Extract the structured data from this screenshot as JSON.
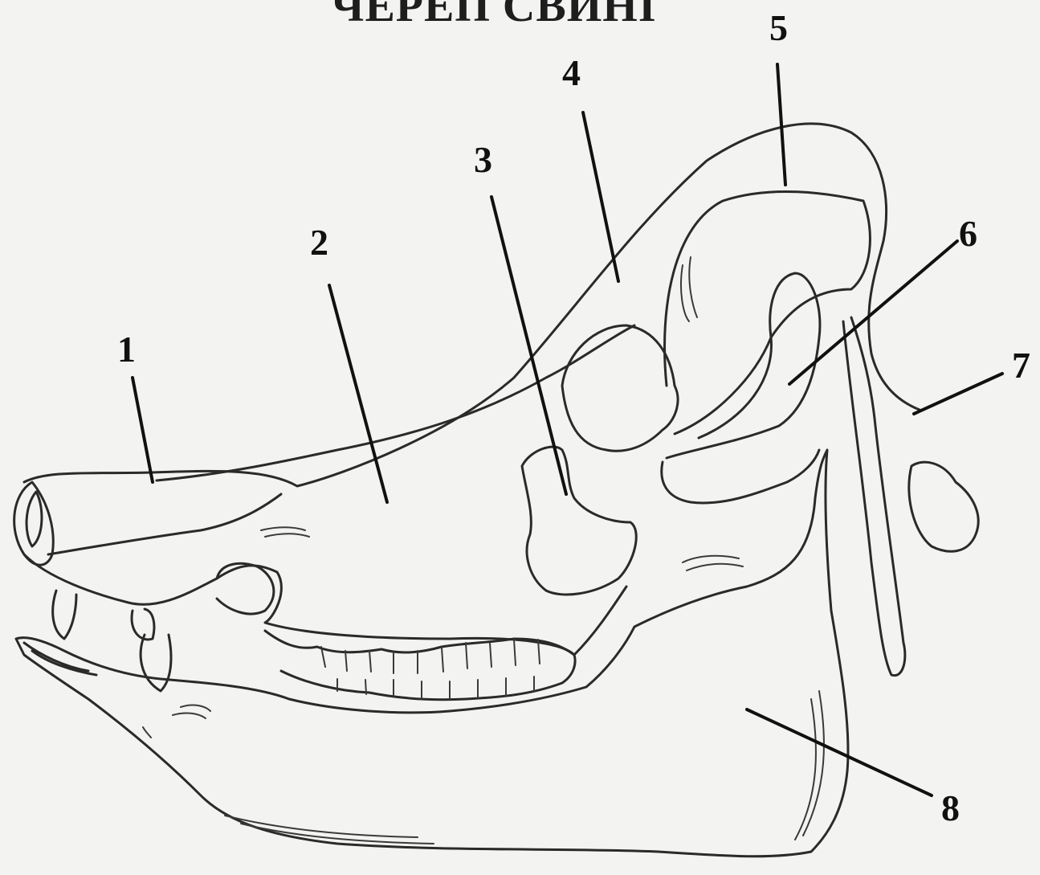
{
  "title": "ЧЕРЕП СВИНІ",
  "labels": {
    "l1": "1",
    "l2": "2",
    "l3": "3",
    "l4": "4",
    "l5": "5",
    "l6": "6",
    "l7": "7",
    "l8": "8"
  },
  "colors": {
    "paper": "#f3f3f1",
    "ink": "#2a2a2a"
  }
}
